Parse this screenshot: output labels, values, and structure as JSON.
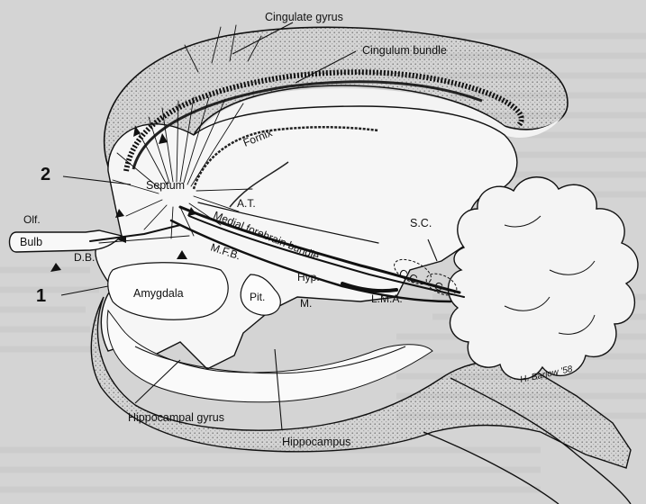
{
  "diagram": {
    "labels": {
      "cingulate_gyrus": "Cingulate gyrus",
      "cingulum_bundle": "Cingulum bundle",
      "fornix": "Fornix",
      "septum": "Septum",
      "at": "A.T.",
      "medial_forebrain_bundle": "Medial forebrain bundle",
      "sc": "S.C.",
      "olf": "Olf.",
      "bulb": "Bulb",
      "db": "D.B.",
      "mfb": "M.F.B.",
      "hyp": "Hyp.",
      "cg": "C.G.",
      "g": "G.",
      "lma": "L.M.A.",
      "m": "M.",
      "amygdala": "Amygdala",
      "pit": "Pit.",
      "hippocampal_gyrus": "Hippocampal gyrus",
      "hippocampus": "Hippocampus",
      "marker_2": "2",
      "marker_1": "1",
      "signature": "H. Barlow '58"
    }
  },
  "colors": {
    "background": "#d6d6d6",
    "ink": "#111111",
    "stipple": "#8a8a8a"
  }
}
